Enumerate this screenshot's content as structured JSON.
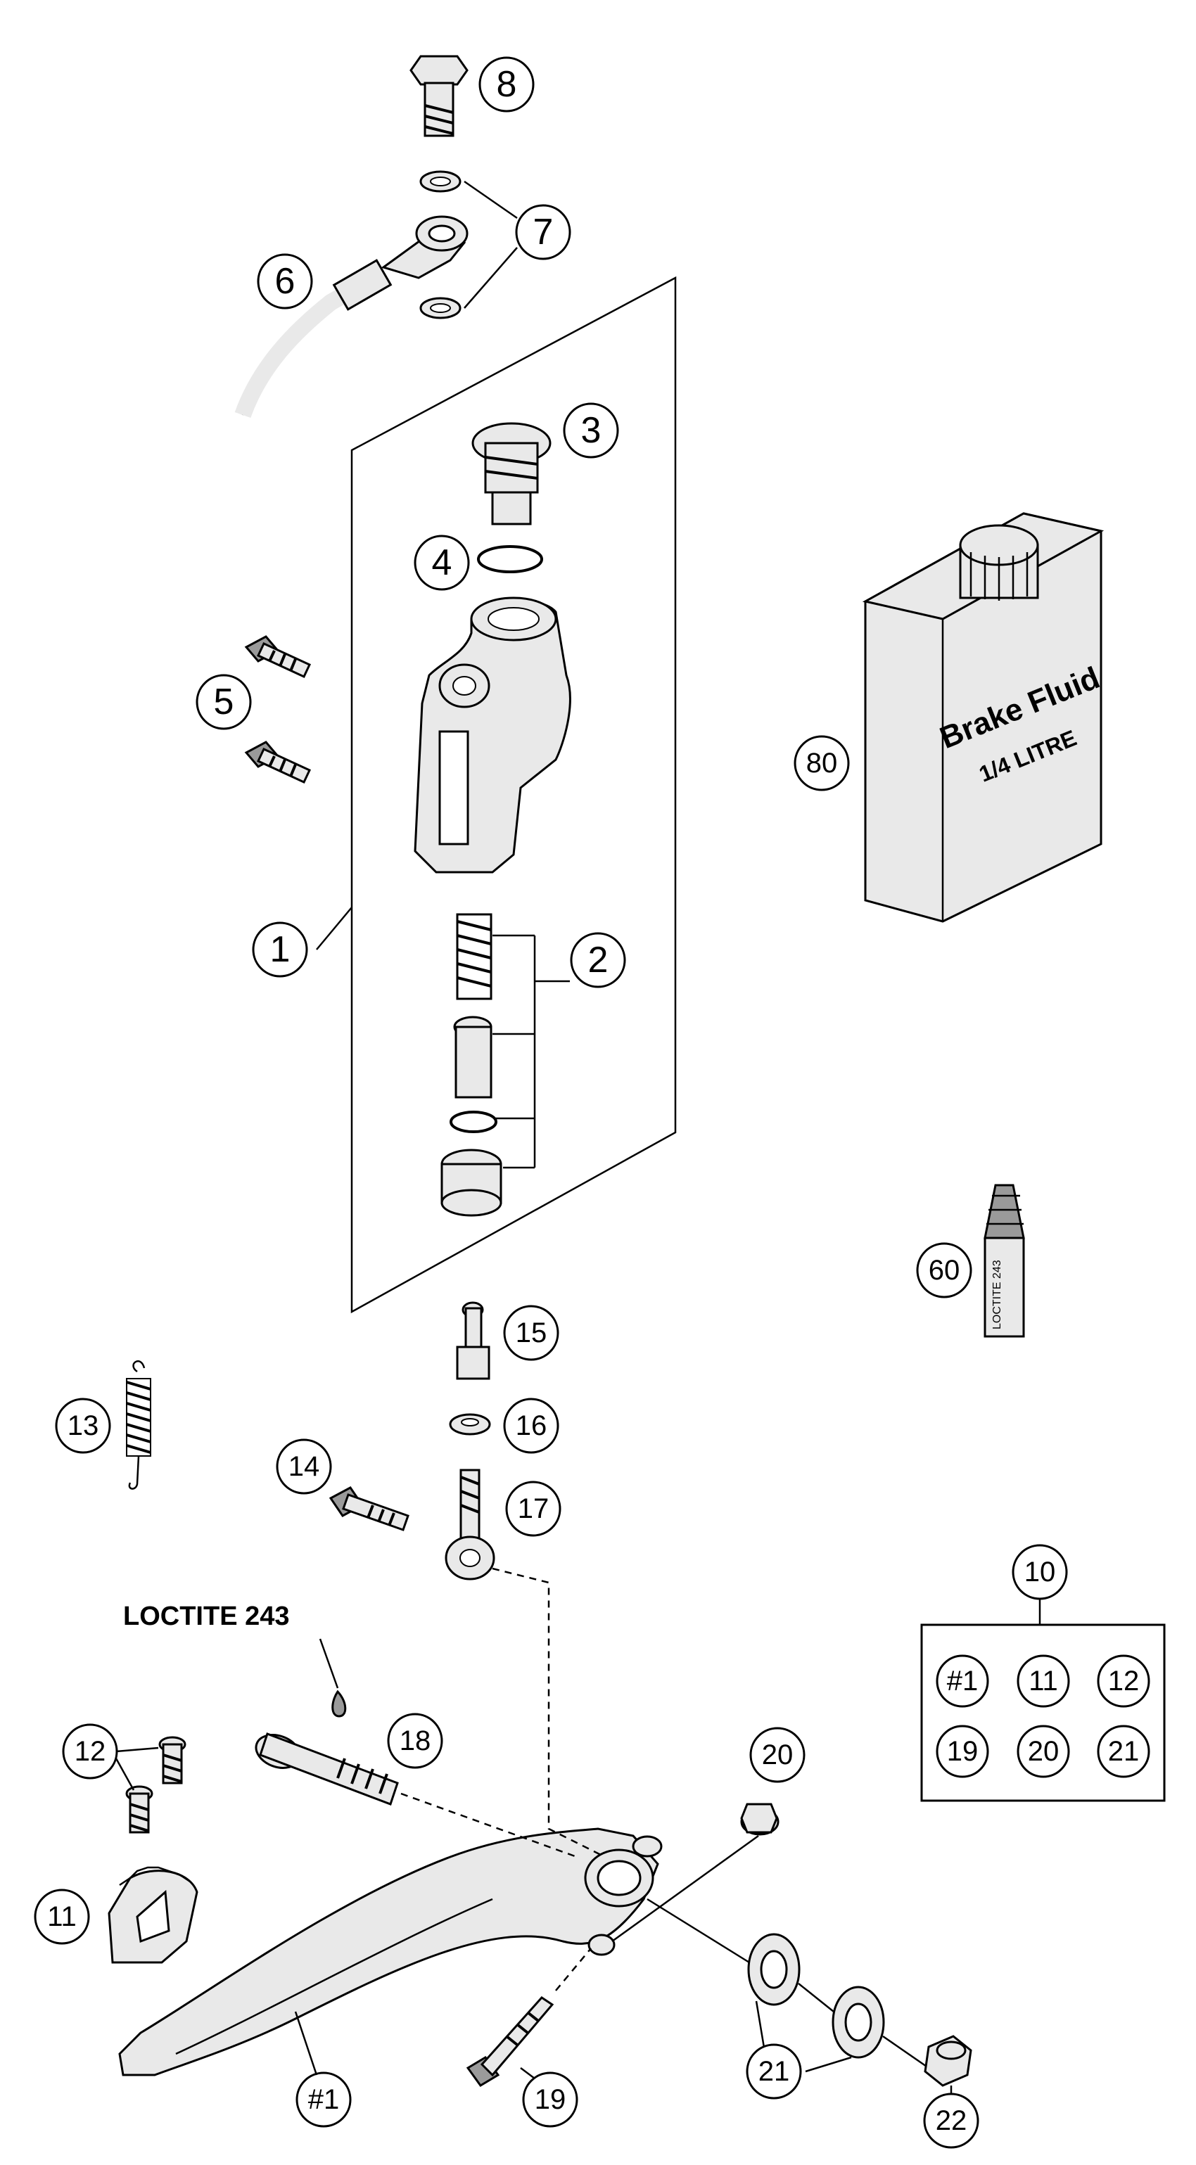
{
  "callouts": {
    "c1": "1",
    "c2": "2",
    "c3": "3",
    "c4": "4",
    "c5": "5",
    "c6": "6",
    "c7": "7",
    "c8": "8",
    "c10": "10",
    "c11": "11",
    "c12": "12",
    "c13": "13",
    "c14": "14",
    "c15": "15",
    "c16": "16",
    "c17": "17",
    "c18": "18",
    "c19": "19",
    "c20": "20",
    "c21": "21",
    "c22": "22",
    "c60": "60",
    "c80": "80",
    "cP1": "#1"
  },
  "kit": {
    "items": [
      "#1",
      "11",
      "12",
      "19",
      "20",
      "21"
    ]
  },
  "labels": {
    "loctite_243": "LOCTITE 243",
    "can_line1": "Brake Fluid",
    "can_line2": "1/4 LITRE",
    "tube_text": "LOCTITE 243"
  }
}
